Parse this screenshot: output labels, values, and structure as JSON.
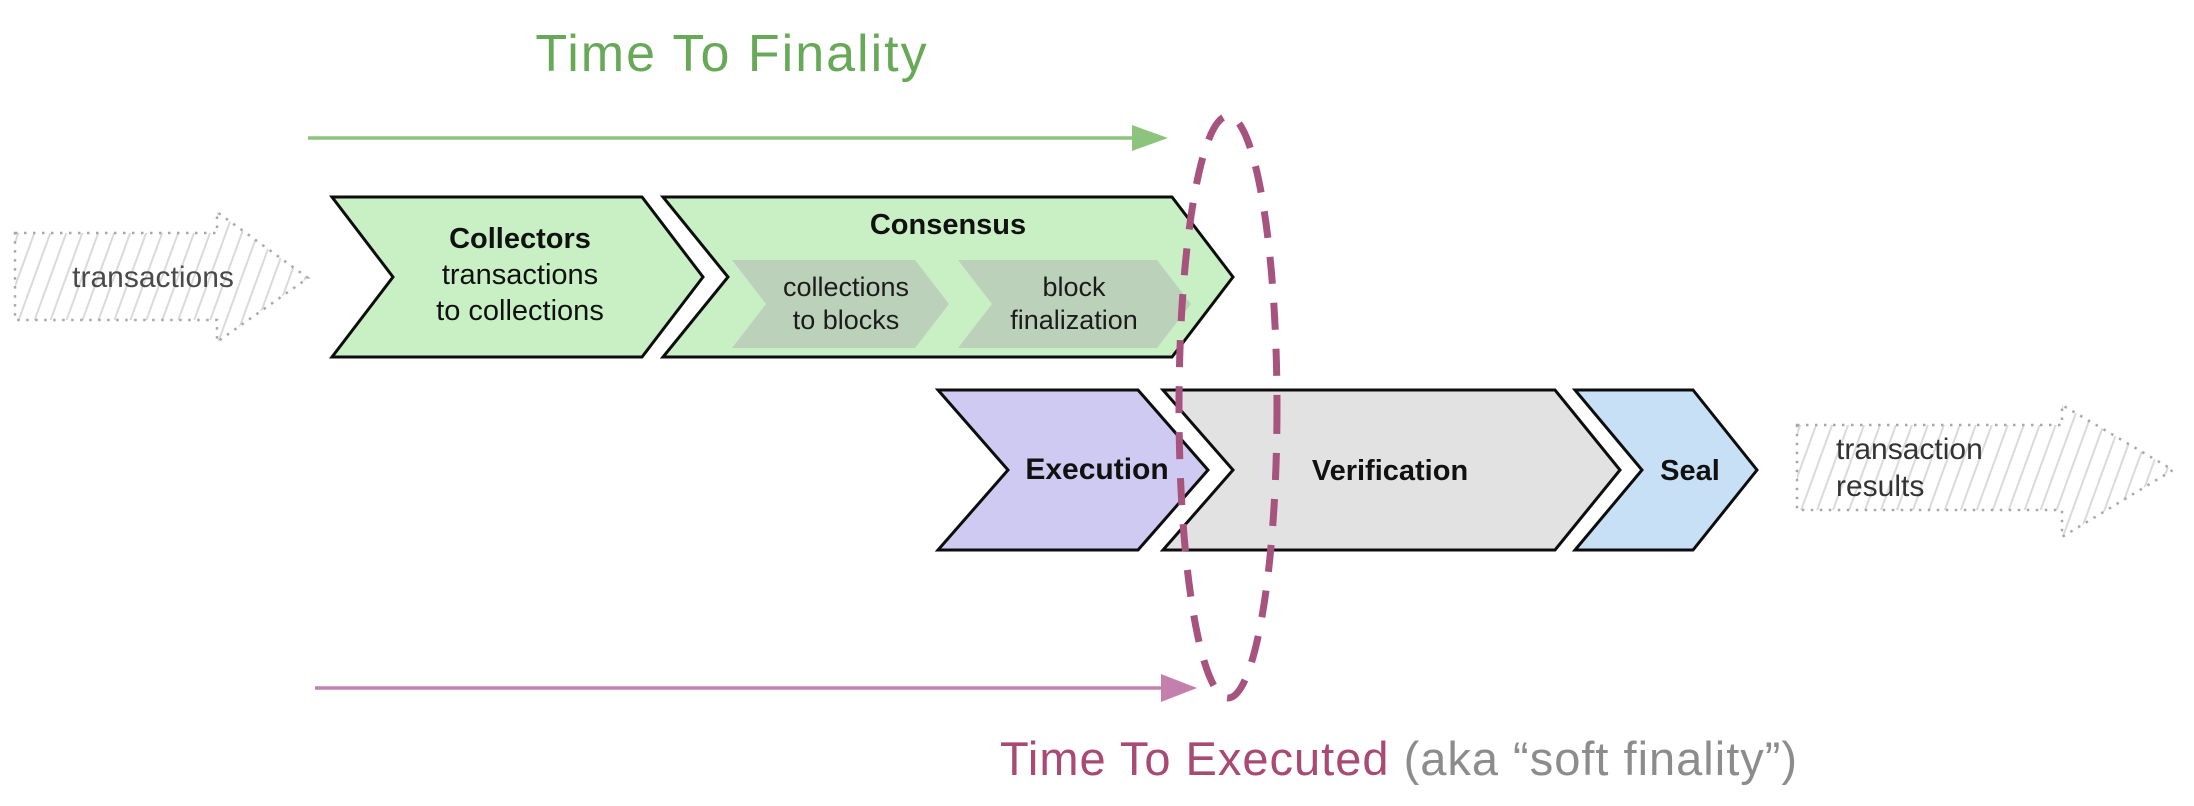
{
  "title_finality": {
    "label": "Time To Finality"
  },
  "subtitle_executed": {
    "pink": "Time To Executed",
    "gray": " (aka “soft finality”)"
  },
  "input_arrow": {
    "label": "transactions"
  },
  "output_arrow": {
    "line1": "transaction",
    "line2": "results"
  },
  "stages": {
    "collectors": {
      "title": "Collectors",
      "line1": "transactions",
      "line2": "to collections"
    },
    "consensus": {
      "title": "Consensus",
      "sub1": {
        "line1": "collections",
        "line2": "to blocks"
      },
      "sub2": {
        "line1": "block",
        "line2": "finalization"
      }
    },
    "execution": {
      "title": "Execution"
    },
    "verification": {
      "title": "Verification"
    },
    "seal": {
      "title": "Seal"
    }
  },
  "colors": {
    "title_green": "#68a958",
    "arrow_green": "#8cc47e",
    "chevron_green": "#c9f0c5",
    "chevron_inner_gray_green": "#bccfb9",
    "chevron_purple": "#cfcaf2",
    "chevron_gray": "#e2e2e2",
    "chevron_blue": "#c7e0f5",
    "outline_black": "#0d0d0d",
    "ellipse_pink": "#a6537e",
    "arrow_pink": "#c57fad",
    "text_pink": "#a84a73",
    "text_gray": "#8c8c8c",
    "sketch_outline_gray": "#a8a8a8"
  }
}
